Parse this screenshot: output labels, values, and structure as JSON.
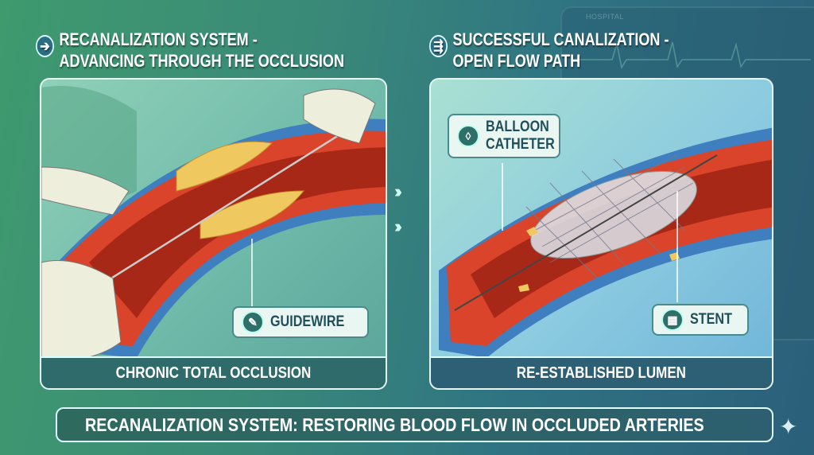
{
  "background": {
    "monitor_label": "HOSPITAL"
  },
  "left": {
    "heading_line1": "RECANALIZATION SYSTEM -",
    "heading_line2": "ADVANCING THROUGH THE OCCLUSION",
    "heading_icon": "arrow-right-icon",
    "label": "GUIDEWIRE",
    "caption": "CHRONIC TOTAL OCCLUSION"
  },
  "right": {
    "heading_line1": "SUCCESSFUL CANALIZATION -",
    "heading_line2": "OPEN FLOW PATH",
    "heading_icon": "flow-arrows-icon",
    "label_balloon_line1": "BALLOON",
    "label_balloon_line2": "CATHETER",
    "label_stent": "STENT",
    "caption": "RE-ESTABLISHED LUMEN"
  },
  "banner": {
    "text": "RECANALIZATION SYSTEM: RESTORING BLOOD FLOW IN OCCLUDED ARTERIES"
  },
  "colors": {
    "vessel": "#d9442a",
    "plaque": "#f0c860",
    "adventitia": "#3f7fc0",
    "accent": "#2f6b6a"
  }
}
